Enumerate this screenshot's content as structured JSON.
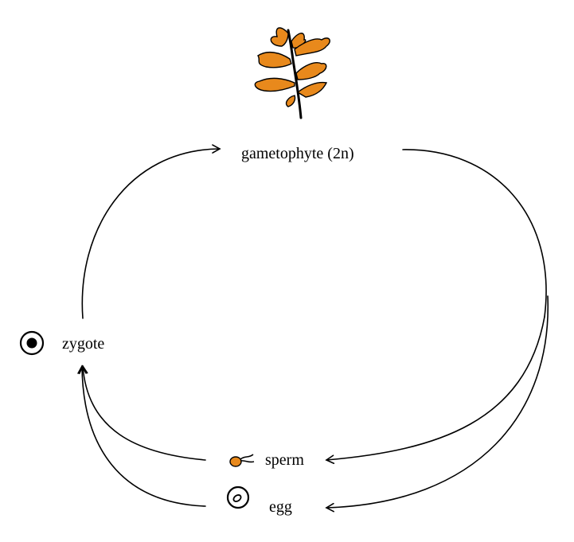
{
  "labels": {
    "gametophyte": "gametophyte (2n)",
    "zygote": "zygote",
    "sperm": "sperm",
    "egg": "egg"
  },
  "icons": {
    "plant": "plant-icon",
    "zygote": "zygote-cell-icon",
    "sperm": "sperm-cell-icon",
    "egg": "egg-cell-icon"
  },
  "colors": {
    "accent": "#e8891c",
    "line": "#000000",
    "background": "#ffffff"
  }
}
